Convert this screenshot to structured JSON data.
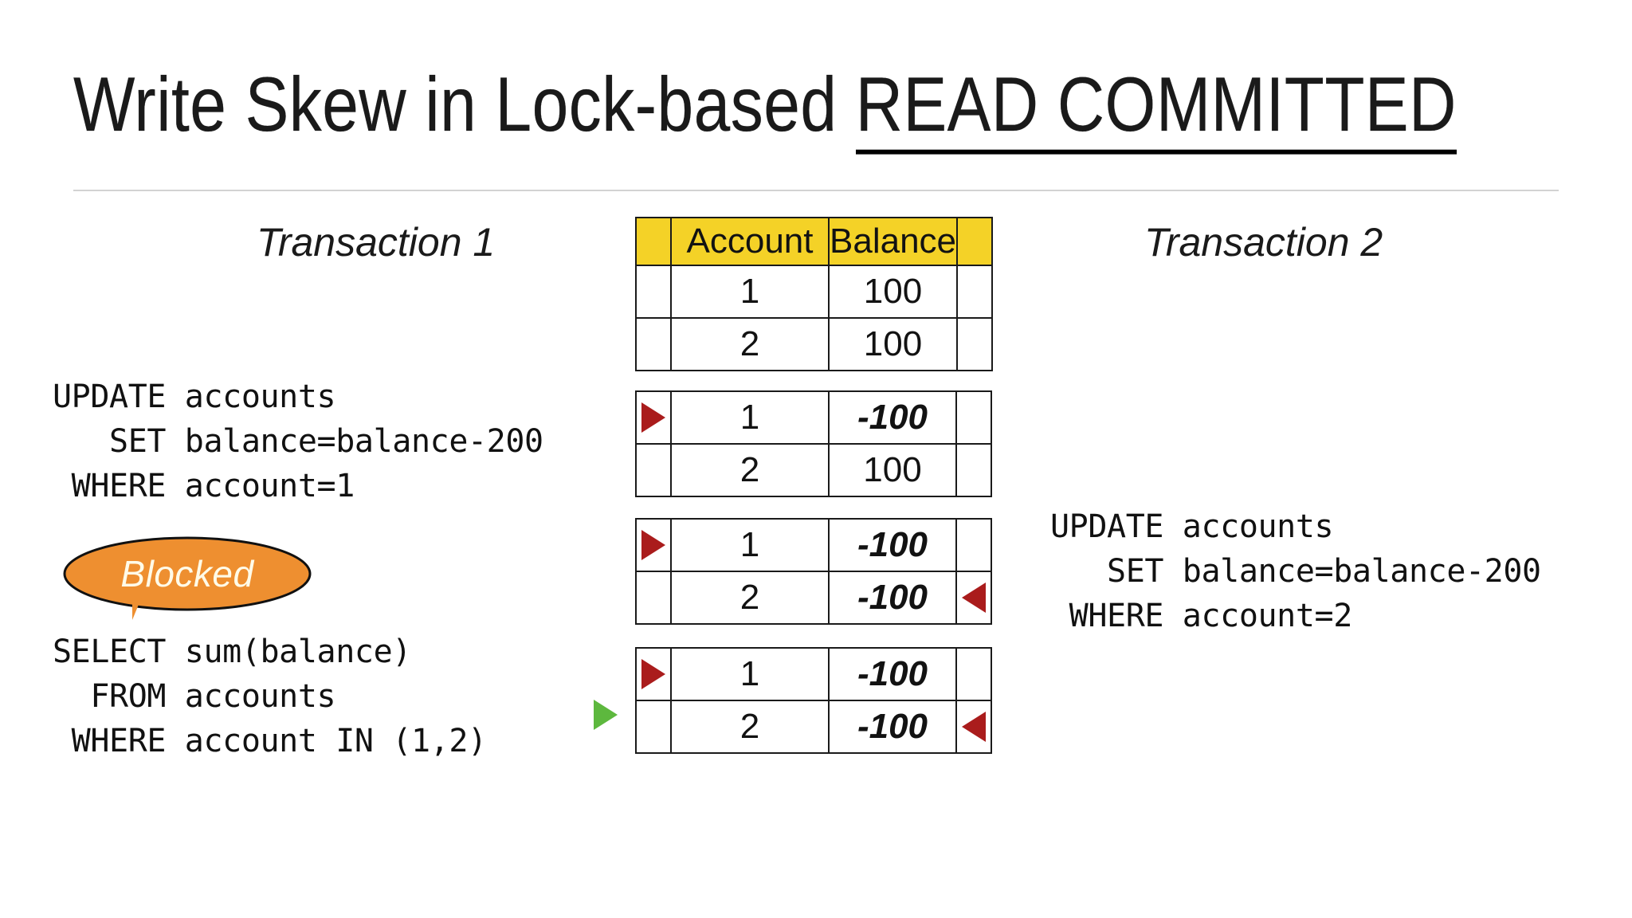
{
  "title": {
    "plain": "Write Skew in Lock-based ",
    "emphasis": "READ COMMITTED"
  },
  "columns": {
    "transaction1_heading": "Transaction 1",
    "transaction2_heading": "Transaction 2"
  },
  "sql": {
    "t1_update": "UPDATE accounts\n   SET balance=balance-200\n WHERE account=1",
    "t1_select": "SELECT sum(balance)\n  FROM accounts\n WHERE account IN (1,2)",
    "t2_update": "UPDATE accounts\n   SET balance=balance-200\n WHERE account=2"
  },
  "callout": {
    "blocked_label": "Blocked"
  },
  "table": {
    "headers": {
      "account": "Account",
      "balance": "Balance"
    },
    "snapshots": [
      {
        "show_header": true,
        "rows": [
          {
            "left_marker": "",
            "account": "1",
            "balance": "100",
            "negative": false,
            "right_marker": ""
          },
          {
            "left_marker": "",
            "account": "2",
            "balance": "100",
            "negative": false,
            "right_marker": ""
          }
        ]
      },
      {
        "show_header": false,
        "rows": [
          {
            "left_marker": "red-right-triangle",
            "account": "1",
            "balance": "-100",
            "negative": true,
            "right_marker": ""
          },
          {
            "left_marker": "",
            "account": "2",
            "balance": "100",
            "negative": false,
            "right_marker": ""
          }
        ]
      },
      {
        "show_header": false,
        "rows": [
          {
            "left_marker": "red-right-triangle",
            "account": "1",
            "balance": "-100",
            "negative": true,
            "right_marker": ""
          },
          {
            "left_marker": "",
            "account": "2",
            "balance": "-100",
            "negative": true,
            "right_marker": "red-left-triangle"
          }
        ]
      },
      {
        "show_header": false,
        "rows": [
          {
            "left_marker": "red-right-triangle",
            "account": "1",
            "balance": "-100",
            "negative": true,
            "right_marker": ""
          },
          {
            "left_marker": "",
            "account": "2",
            "balance": "-100",
            "negative": true,
            "right_marker": "red-left-triangle"
          }
        ]
      }
    ]
  },
  "markers": {
    "outside_green_pointer": "green-right-triangle"
  },
  "colors": {
    "header_yellow": "#f4d227",
    "callout_orange": "#ee8f30",
    "marker_red": "#aa1c1c",
    "marker_green": "#5db83e",
    "divider_gray": "#d2d2d2",
    "text_black": "#161616"
  }
}
